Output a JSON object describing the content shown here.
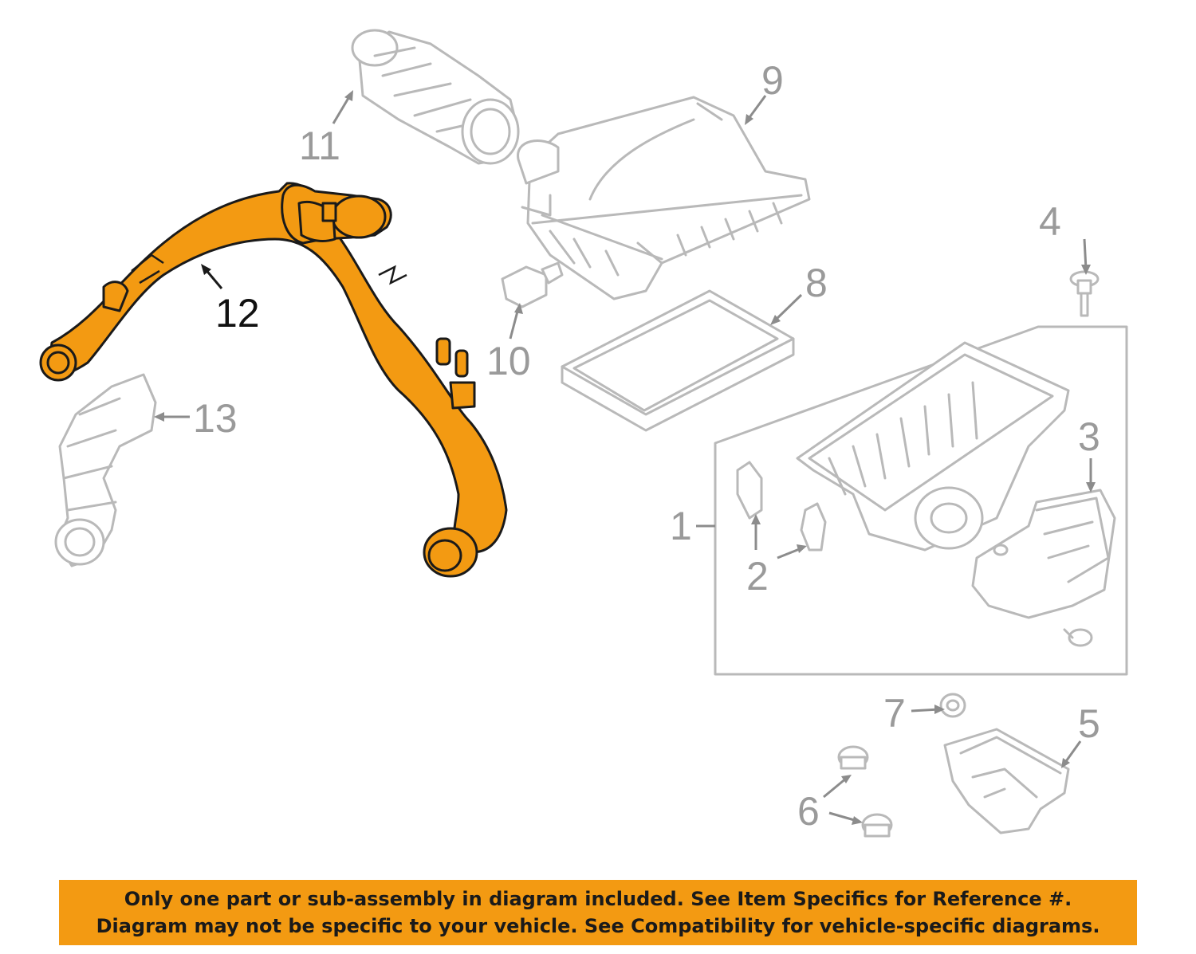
{
  "diagram": {
    "callouts": [
      {
        "id": "1",
        "label": "1"
      },
      {
        "id": "2",
        "label": "2"
      },
      {
        "id": "3",
        "label": "3"
      },
      {
        "id": "4",
        "label": "4"
      },
      {
        "id": "5",
        "label": "5"
      },
      {
        "id": "6",
        "label": "6"
      },
      {
        "id": "7",
        "label": "7"
      },
      {
        "id": "8",
        "label": "8"
      },
      {
        "id": "9",
        "label": "9"
      },
      {
        "id": "10",
        "label": "10"
      },
      {
        "id": "11",
        "label": "11"
      },
      {
        "id": "12",
        "label": "12"
      },
      {
        "id": "13",
        "label": "13"
      }
    ],
    "highlighted_part": "12",
    "colors": {
      "highlight": "#f39a12",
      "parts": "#b9b9b9",
      "labels": "#9a9a9a"
    }
  },
  "disclaimer": {
    "line1": "Only one part or sub-assembly in diagram included. See Item Specifics for Reference #.",
    "line2": "Diagram may not be specific to your vehicle. See Compatibility for vehicle-specific diagrams."
  }
}
